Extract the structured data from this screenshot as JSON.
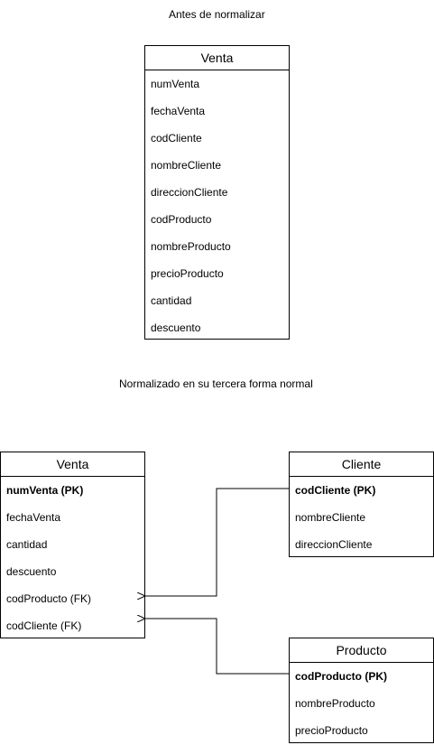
{
  "before": {
    "caption": "Antes de normalizar",
    "venta": {
      "title": "Venta",
      "attributes": [
        "numVenta",
        "fechaVenta",
        "codCliente",
        "nombreCliente",
        "direccionCliente",
        "codProducto",
        "nombreProducto",
        "precioProducto",
        "cantidad",
        "descuento"
      ]
    }
  },
  "after": {
    "caption": "Normalizado en su tercera forma normal",
    "venta": {
      "title": "Venta",
      "attributes": [
        "numVenta (PK)",
        "fechaVenta",
        "cantidad",
        "descuento",
        "codProducto (FK)",
        "codCliente (FK)"
      ]
    },
    "cliente": {
      "title": "Cliente",
      "attributes": [
        "codCliente (PK)",
        "nombreCliente",
        "direccionCliente"
      ]
    },
    "producto": {
      "title": "Producto",
      "attributes": [
        "codProducto (PK)",
        "nombreProducto",
        "precioProducto"
      ]
    }
  }
}
